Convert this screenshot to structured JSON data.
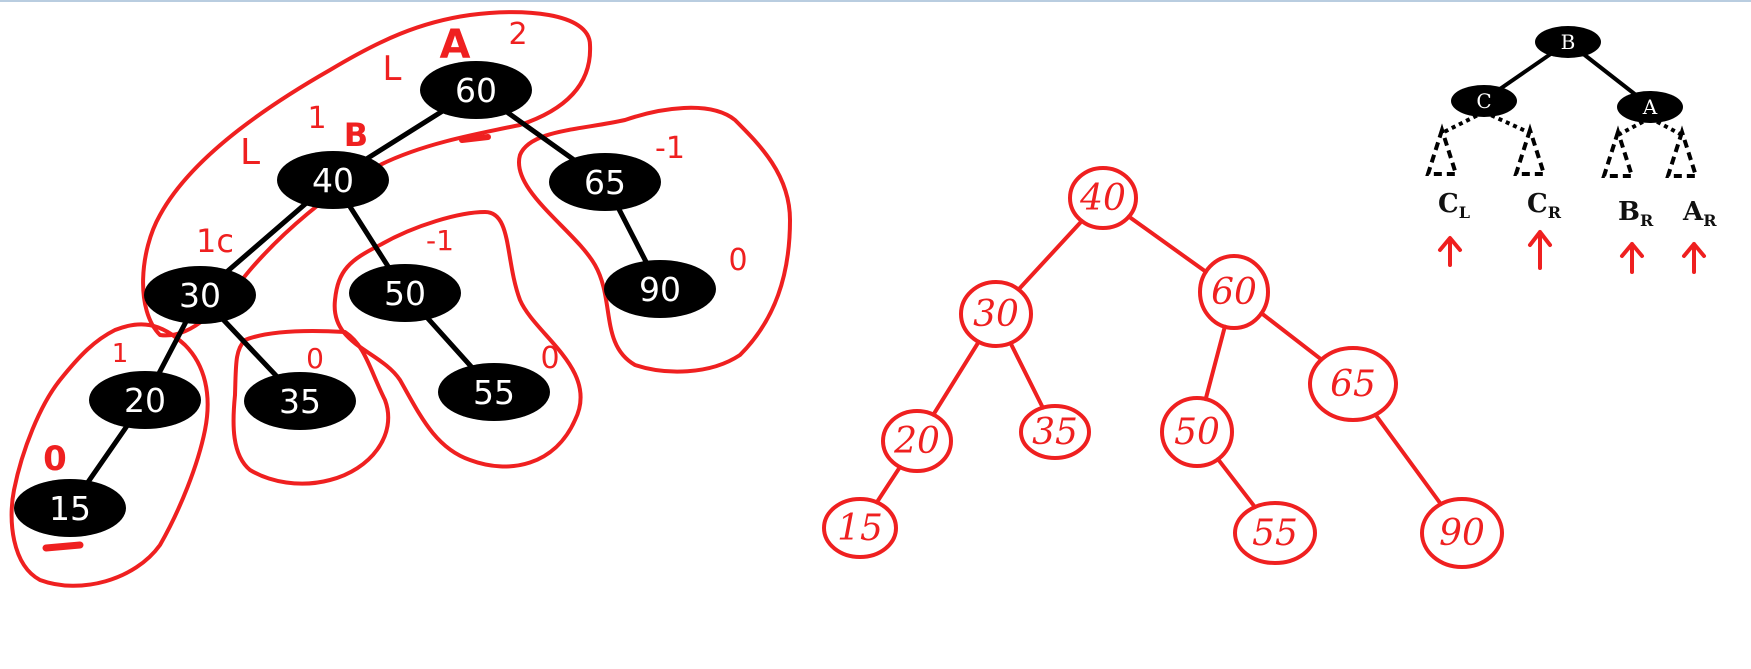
{
  "colors": {
    "ink": "#000000",
    "annotation": "#ef2020",
    "node_fill": "#000000",
    "node_text": "#ffffff"
  },
  "unbalanced_tree": {
    "nodes": [
      {
        "id": "n60",
        "label": "60"
      },
      {
        "id": "n40",
        "label": "40"
      },
      {
        "id": "n65",
        "label": "65"
      },
      {
        "id": "n30",
        "label": "30"
      },
      {
        "id": "n50",
        "label": "50"
      },
      {
        "id": "n90",
        "label": "90"
      },
      {
        "id": "n20",
        "label": "20"
      },
      {
        "id": "n35",
        "label": "35"
      },
      {
        "id": "n55",
        "label": "55"
      },
      {
        "id": "n15",
        "label": "15"
      }
    ],
    "edges": [
      [
        "n60",
        "n40"
      ],
      [
        "n60",
        "n65"
      ],
      [
        "n40",
        "n30"
      ],
      [
        "n40",
        "n50"
      ],
      [
        "n65",
        "n90"
      ],
      [
        "n30",
        "n20"
      ],
      [
        "n30",
        "n35"
      ],
      [
        "n50",
        "n55"
      ],
      [
        "n20",
        "n15"
      ]
    ],
    "annotations": {
      "a_letter": "A",
      "two": "2",
      "l_top": "L",
      "l_mid": "L",
      "one_top": "1",
      "b_letter": "B",
      "one_c": "1c",
      "minus_one_65": "-1",
      "zero_90": "0",
      "minus_one_50": "-1",
      "zero_55": "0",
      "zero_35": "0",
      "one_20": "1",
      "zero_15": "0"
    }
  },
  "balanced_tree": {
    "nodes": [
      {
        "id": "m40",
        "label": "40"
      },
      {
        "id": "m30",
        "label": "30"
      },
      {
        "id": "m60",
        "label": "60"
      },
      {
        "id": "m20",
        "label": "20"
      },
      {
        "id": "m35",
        "label": "35"
      },
      {
        "id": "m50",
        "label": "50"
      },
      {
        "id": "m65",
        "label": "65"
      },
      {
        "id": "m15",
        "label": "15"
      },
      {
        "id": "m55",
        "label": "55"
      },
      {
        "id": "m90",
        "label": "90"
      }
    ],
    "edges": [
      [
        "m40",
        "m30"
      ],
      [
        "m40",
        "m60"
      ],
      [
        "m30",
        "m20"
      ],
      [
        "m30",
        "m35"
      ],
      [
        "m60",
        "m50"
      ],
      [
        "m60",
        "m65"
      ],
      [
        "m20",
        "m15"
      ],
      [
        "m50",
        "m55"
      ],
      [
        "m65",
        "m90"
      ]
    ]
  },
  "reference_tree": {
    "root": "B",
    "left": "C",
    "right": "A",
    "subtrees": [
      {
        "id": "cl",
        "main": "C",
        "sub": "L"
      },
      {
        "id": "cr",
        "main": "C",
        "sub": "R"
      },
      {
        "id": "br",
        "main": "B",
        "sub": "R"
      },
      {
        "id": "ar",
        "main": "A",
        "sub": "R"
      }
    ]
  }
}
